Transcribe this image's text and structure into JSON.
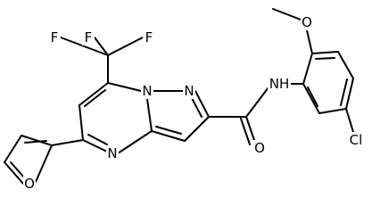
{
  "molecule": {
    "atom_labels": {
      "f1": "F",
      "f2": "F",
      "f3": "F",
      "n_bridge": "N",
      "n_pyrazole": "N",
      "n_pyrimidine": "N",
      "o_furan": "O",
      "nh_amide": "NH",
      "o_carbonyl": "O",
      "o_methoxy": "O",
      "cl": "Cl"
    }
  },
  "colors": {
    "ink": "#000000",
    "background": "#ffffff"
  }
}
